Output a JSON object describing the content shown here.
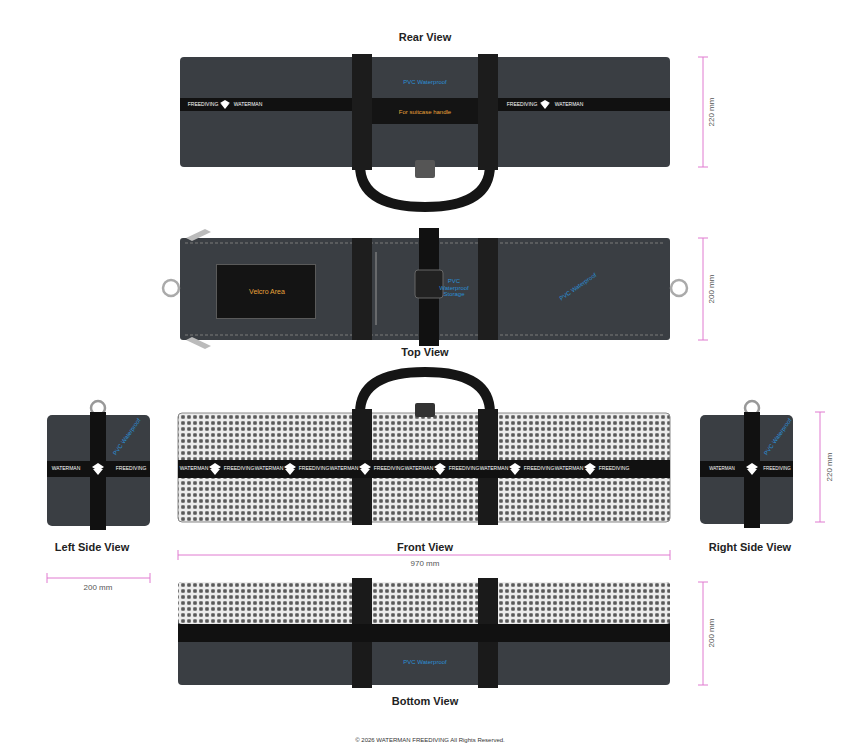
{
  "diagram": {
    "nodes": [
      {
        "text": [
          "PVC Waterproof",
          "For suitcase handle"
        ]
      },
      {
        "text": [
          "PVC Waterproof Storage",
          "PVC Waterproof"
        ]
      },
      {
        "text": [
          "Velcro Area"
        ],
        "in": 1
      },
      {
        "text": [
          "PVC Waterproof"
        ]
      },
      {
        "text": [
          "PVC Waterproof"
        ]
      },
      {
        "text": [
          "PVC Waterproof"
        ]
      }
    ],
    "labels": [
      "Rear View",
      "220 mm",
      "FREEDIVING",
      "WATERMAN",
      "FREEDIVING",
      "WATERMAN",
      "Top View",
      "200 mm",
      "Left Side View",
      "Front View",
      "Right Side View",
      "200 mm",
      "970 mm",
      "220 mm",
      "WATERMAN",
      "FREEDIVING",
      "WATERMAN",
      "FREEDIVING",
      "WATERMAN",
      "FREEDIVING",
      "WATERMAN",
      "FREEDIVING",
      "WATERMAN",
      "FREEDIVING",
      "WATERMAN",
      "FREEDIVING",
      "WATERMAN",
      "FREEDIVING",
      "WATERMAN",
      "FREEDIVING",
      "Bottom View",
      "200 mm",
      "© 2026 WATERMAN FREEDIVING All Rights Reserved."
    ]
  }
}
